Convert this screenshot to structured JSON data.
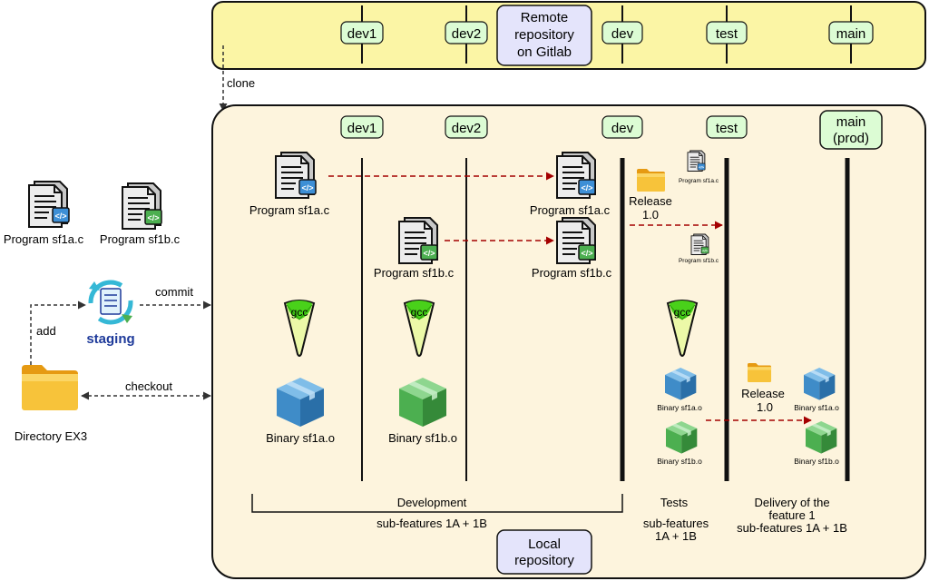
{
  "remote": {
    "title_line1": "Remote",
    "title_line2": "repository",
    "title_line3": "on Gitlab",
    "branches": [
      "dev1",
      "dev2",
      "dev",
      "test",
      "main"
    ]
  },
  "clone_label": "clone",
  "local": {
    "title_line1": "Local",
    "title_line2": "repository",
    "branches": [
      "dev1",
      "dev2",
      "dev",
      "test"
    ],
    "main_line1": "main",
    "main_line2": "(prod)"
  },
  "workspace": {
    "file_a": "Program sf1a.c",
    "file_b": "Program sf1b.c",
    "add": "add",
    "commit": "commit",
    "staging": "staging",
    "checkout": "checkout",
    "directory": "Directory EX3"
  },
  "dev1_col": {
    "program": "Program sf1a.c",
    "compiler": "gcc",
    "binary": "Binary sf1a.o"
  },
  "dev2_col": {
    "program": "Program sf1b.c",
    "compiler": "gcc",
    "binary": "Binary sf1b.o"
  },
  "dev_col": {
    "program_a": "Program sf1a.c",
    "program_b": "Program sf1b.c"
  },
  "release1": {
    "line1": "Release",
    "line2": "1.0",
    "small_a": "Program sf1a.c",
    "small_b": "Program sf1b.c"
  },
  "test_col": {
    "compiler": "gcc",
    "binary_a": "Binary sf1a.o",
    "binary_b": "Binary sf1b.o"
  },
  "release2": {
    "line1": "Release",
    "line2": "1.0"
  },
  "main_col": {
    "binary_a": "Binary sf1a.o",
    "binary_b": "Binary sf1b.o"
  },
  "footer": {
    "development": "Development",
    "dev_sub": "sub-features 1A + 1B",
    "tests": "Tests",
    "tests_sub1": "sub-features",
    "tests_sub2": "1A + 1B",
    "delivery1": "Delivery of the",
    "delivery2": "feature 1",
    "delivery3": "sub-features 1A + 1B"
  },
  "colors": {
    "remote_bg": "#fbf5a5",
    "local_bg": "#fdf4dd",
    "tag_bg": "#dcfcd4",
    "title_box_bg": "#e4e4fb",
    "arrow_red": "#a40000",
    "gcc_green": "#66dd22",
    "cube_blue": "#3f8cc8",
    "cube_green": "#4caf50",
    "folder_yellow": "#f5b91d",
    "staging_blue": "#1e3a9a"
  }
}
